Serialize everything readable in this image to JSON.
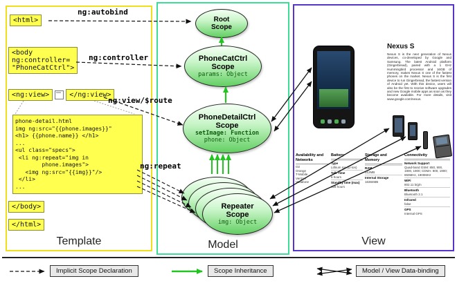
{
  "panels": {
    "template_label": "Template",
    "model_label": "Model",
    "view_label": "View"
  },
  "template": {
    "autobind_label": "ng:autobind",
    "controller_label": "ng:controller",
    "view_route_label": "ng:view/$route",
    "repeat_label": "ng:repeat",
    "html_open": "<html>",
    "body_open": "<body\nng:controller=\n\"PhoneCatCtrl\">",
    "ngview_open": "<ng:view>",
    "ngview_close": "</ng:view>",
    "code_lines": [
      "phone-detail.html",
      "img ng:src=\"{{phone.images}}\"",
      "<h1> {{phone.name}} </h1>",
      "...",
      "<ul class=\"specs\">",
      " <li ng:repeat=\"img in",
      "        phone.images\">",
      "   <img ng:src=\"{{img}}\"/>",
      " </li>",
      "..."
    ],
    "body_close": "</body>",
    "html_close": "</html>"
  },
  "model": {
    "root": {
      "name": "Root",
      "type": "Scope"
    },
    "phonecat": {
      "name": "PhoneCatCtrl",
      "type": "Scope",
      "props": [
        "params: Object"
      ]
    },
    "phonedetail": {
      "name": "PhoneDetailCtrl",
      "type": "Scope",
      "props": [
        "setImage: Function",
        "phone: Object"
      ]
    },
    "repeater": {
      "name": "Repeater",
      "type": "Scope",
      "props": [
        "img: Object"
      ]
    }
  },
  "view": {
    "product_title": "Nexus S",
    "description": "Nexus S is the next generation of Nexus devices, co-developed by Google and Samsung. The latest Android platform (Gingerbread), paired with a 1 GHz Hummingbird processor and 16GB of memory, makes Nexus S one of the fastest phones on the market. Nexus S is the first device to run Gingerbread, the fastest version of Android yet. With this device, users will also be the first to receive software upgrades and new Google mobile apps as soon as they become available. For more details, visit www.google.com/nexus.",
    "specs": {
      "columns": [
        {
          "header": "Availability and Networks",
          "rows": [
            {
              "t": "O2",
              "b": false
            },
            {
              "t": "Orange",
              "b": false
            },
            {
              "t": "T-Mobile",
              "b": false
            },
            {
              "t": "Verizon",
              "b": false
            },
            {
              "t": "Vodafone",
              "b": false
            }
          ]
        },
        {
          "header": "Battery",
          "rows": [
            {
              "t": "Type",
              "b": true
            },
            {
              "t": "Lithium Ion (Li-Ion)",
              "b": false
            },
            {
              "t": "Talk Time",
              "b": true
            },
            {
              "t": "6 hours",
              "b": false
            },
            {
              "t": "Standby time (max)",
              "b": true
            },
            {
              "t": "428 hours",
              "b": false
            }
          ]
        },
        {
          "header": "Storage and Memory",
          "rows": [
            {
              "t": "RAM",
              "b": true
            },
            {
              "t": "512MB",
              "b": false
            },
            {
              "t": "Internal Storage",
              "b": true
            },
            {
              "t": "16384MB",
              "b": false
            }
          ]
        },
        {
          "header": "Connectivity",
          "rows": [
            {
              "t": "Network Support",
              "b": true
            },
            {
              "t": "Quad-band GSM: 850, 900, 1800, 1900; CDMA: 800, 1900; 850MHz, 1900MHz",
              "b": false
            },
            {
              "t": "WiFi",
              "b": true
            },
            {
              "t": "802.11 b/g/n",
              "b": false
            },
            {
              "t": "Bluetooth",
              "b": true
            },
            {
              "t": "Bluetooth 2.1",
              "b": false
            },
            {
              "t": "Infrared",
              "b": true
            },
            {
              "t": "false",
              "b": false
            },
            {
              "t": "GPS",
              "b": true
            },
            {
              "t": "Internal GPS",
              "b": false
            }
          ]
        }
      ]
    }
  },
  "legend": {
    "implicit": "Implicit Scope Declaration",
    "inheritance": "Scope Inheritance",
    "databinding": "Model / View Data-binding"
  },
  "colors": {
    "template_border": "#f0df1a",
    "model_border": "#3ddc97",
    "view_border": "#5533cc",
    "scope_green": "#62cf62",
    "arrow_green": "#21c421",
    "code_yellow": "#ffff4f"
  }
}
